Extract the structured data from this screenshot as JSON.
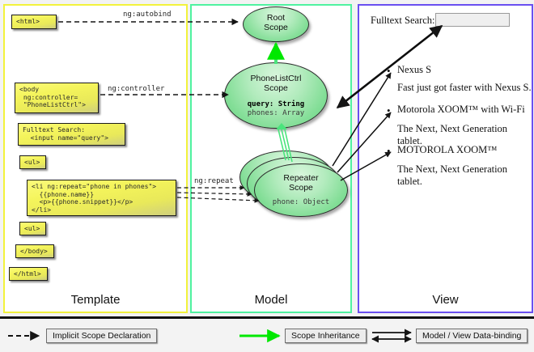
{
  "panels": {
    "template": {
      "title": "Template",
      "accent": "#f2f23c"
    },
    "model": {
      "title": "Model",
      "accent": "#4ff2a0"
    },
    "view": {
      "title": "View",
      "accent": "#6a4ff0"
    }
  },
  "template_boxes": [
    {
      "name": "html-open",
      "text": "<html>"
    },
    {
      "name": "body-open",
      "text": "<body\n ng:controller=\n \"PhoneListCtrl\">"
    },
    {
      "name": "fulltext",
      "text": "Fulltext Search:\n  <input name=\"query\">"
    },
    {
      "name": "ul-open",
      "text": "<ul>"
    },
    {
      "name": "li-repeat",
      "text": "<li ng:repeat=\"phone in phones\">\n  {{phone.name}}\n  <p>{{phone.snippet}}</p>\n</li>"
    },
    {
      "name": "ul-close",
      "text": "<ul>"
    },
    {
      "name": "body-close",
      "text": "</body>"
    },
    {
      "name": "html-close",
      "text": "</html>"
    }
  ],
  "arrow_labels": {
    "autobind": "ng:autobind",
    "controller": "ng:controller",
    "repeat": "ng:repeat"
  },
  "scopes": {
    "root": {
      "title_line1": "Root",
      "title_line2": "Scope"
    },
    "ctrl": {
      "title_line1": "PhoneListCtrl",
      "title_line2": "Scope",
      "prop1": "query: String",
      "prop2": "phones: Array"
    },
    "repeater": {
      "title_line1": "Repeater",
      "title_line2": "Scope",
      "prop1": "phone: Object"
    }
  },
  "view": {
    "search_label": "Fulltext Search:",
    "search_value": "",
    "phones": [
      {
        "name": "Nexus S",
        "snippet": "Fast just got faster with Nexus S."
      },
      {
        "name": "Motorola XOOM™  with Wi-Fi",
        "snippet": "The Next, Next Generation tablet."
      },
      {
        "name": "MOTOROLA XOOM™",
        "snippet": "The Next, Next Generation tablet."
      }
    ]
  },
  "legend": [
    {
      "name": "implicit-scope-declaration",
      "label": "Implicit Scope Declaration",
      "arrow": "dashed-black",
      "color": "#111111"
    },
    {
      "name": "scope-inheritance",
      "label": "Scope Inheritance",
      "arrow": "solid-green",
      "color": "#00e800"
    },
    {
      "name": "model-view-data-binding",
      "label": "Model / View Data-binding",
      "arrow": "double-black",
      "color": "#111111"
    }
  ]
}
